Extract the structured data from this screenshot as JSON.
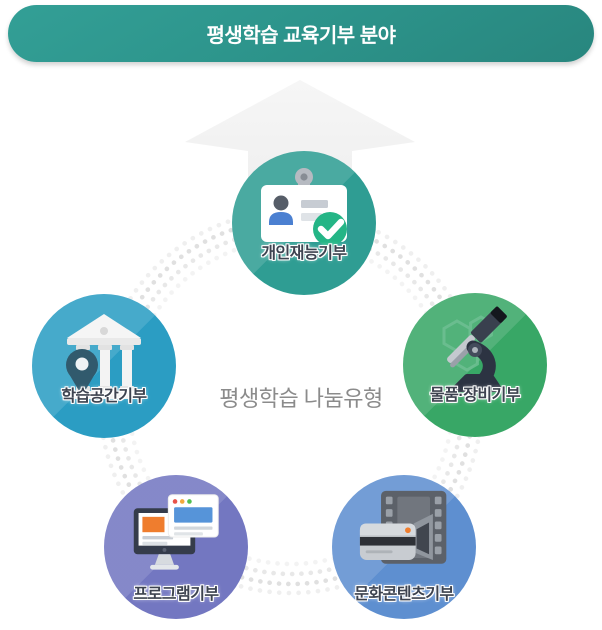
{
  "header": {
    "title": "평생학습 교육기부 분야"
  },
  "center": {
    "label": "평생학습 나눔유형"
  },
  "nodes": [
    {
      "id": "personal-talent",
      "label": "개인재능기부",
      "color": "#2f9d93",
      "icon": "id-card-check-icon"
    },
    {
      "id": "learning-space",
      "label": "학습공간기부",
      "color": "#2b9dc3",
      "icon": "bank-building-pin-icon"
    },
    {
      "id": "goods-equipment",
      "label": "물품·장비기부",
      "color": "#38a766",
      "icon": "microscope-icon"
    },
    {
      "id": "program",
      "label": "프로그램기부",
      "color": "#7377c1",
      "icon": "computer-browser-icon"
    },
    {
      "id": "cultural-content",
      "label": "문화콘텐츠기부",
      "color": "#5e8fd0",
      "icon": "film-camera-icon"
    }
  ],
  "decorations": {
    "arrow_color": "#f1f1f1",
    "dot_ring_color": "#d6d6d6",
    "check_badge_color": "#24b586",
    "label_text_color": "#3d4350",
    "center_text_color": "#8b8b8b",
    "header_text_color": "#ffffff"
  }
}
